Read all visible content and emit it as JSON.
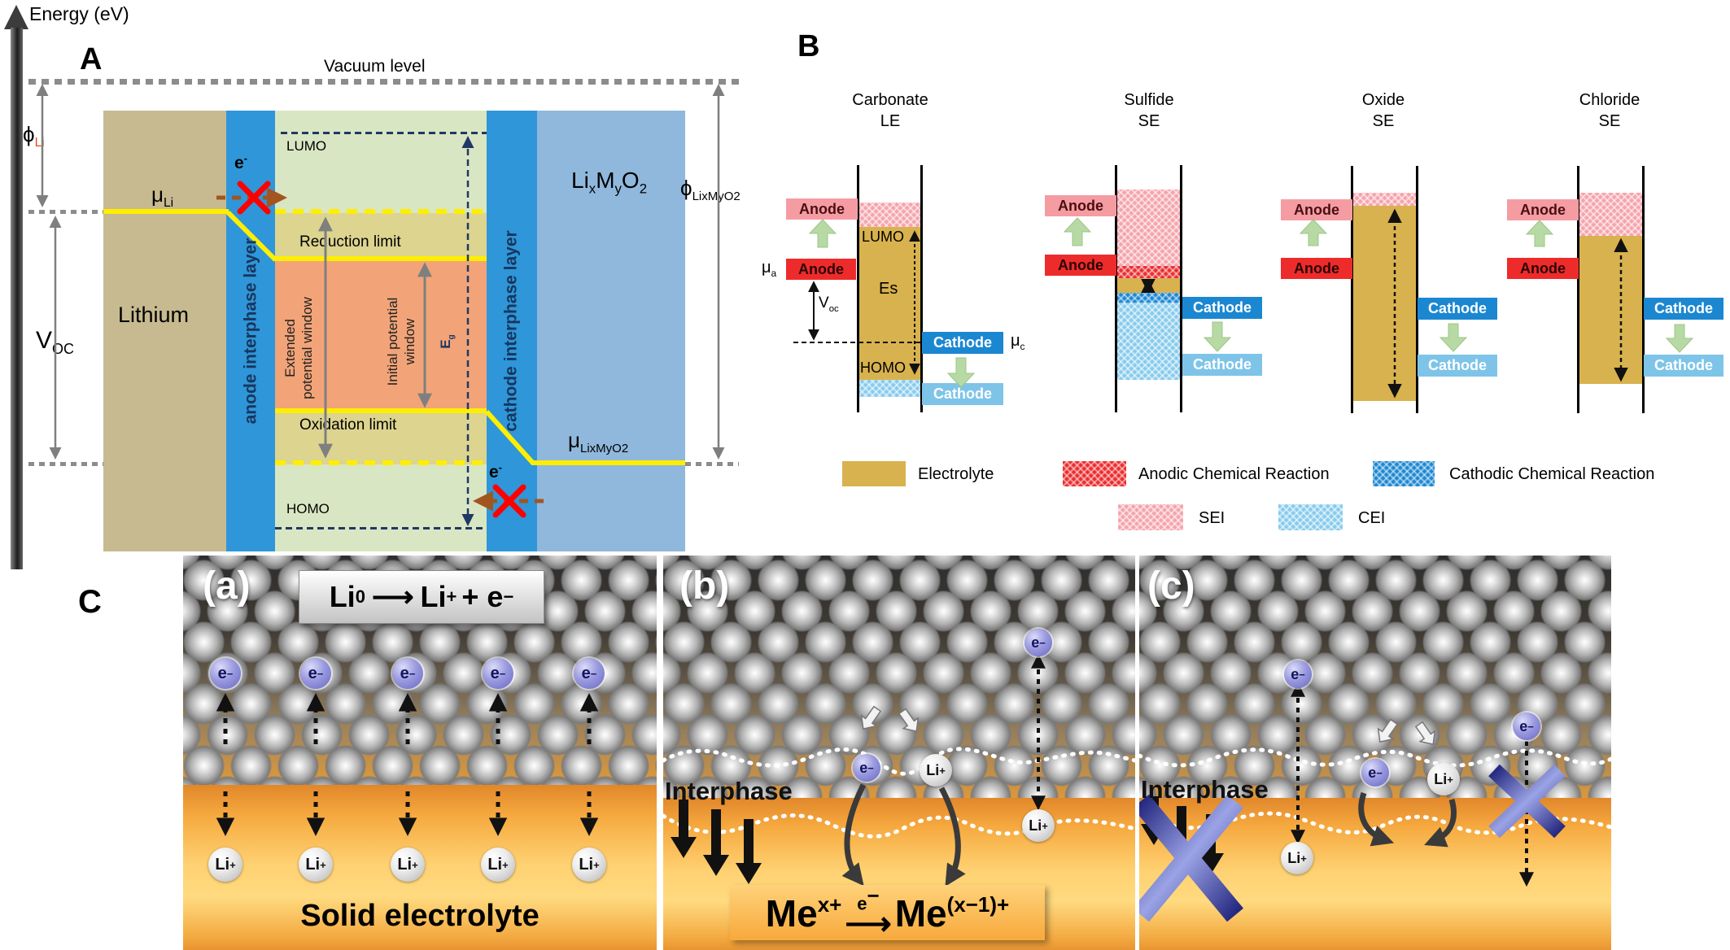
{
  "panelA": {
    "label": "A",
    "energy_axis": "Energy (eV)",
    "vacuum": "Vacuum level",
    "lithium": "Lithium",
    "anode_layer": "anode interphase layer",
    "cathode_layer": "cathode interphase layer",
    "lumo": "LUMO",
    "homo": "HOMO",
    "reduction": "Reduction limit",
    "oxidation": "Oxidation limit",
    "extended_l1": "Extended",
    "extended_l2": "potential window",
    "initial_l1": "Initial potential",
    "initial_l2": "window",
    "eg_base": "E",
    "eg_sub": "g",
    "phi": "ϕ",
    "phi_li_sub": "Li",
    "phi_cat_sub": "LixMyO2",
    "mu": "μ",
    "mu_li_sub": "Li",
    "mu_cat_sub": "LixMyO2",
    "voc_base": "V",
    "voc_sub": "OC",
    "e_base": "e",
    "e_sup": "-",
    "f_p1": "Li",
    "f_s1": "x",
    "f_p2": "M",
    "f_s2": "y",
    "f_p3": "O",
    "f_s3": "2",
    "colors": {
      "lithium": "#C7BA90",
      "interphase_blue": "#2E96D9",
      "electrolyte_green": "#D9E6C3",
      "khaki_band": "#DCD48F",
      "window_orange": "#F2A478",
      "cathode_blue": "#8FB8DC",
      "level_yellow": "#FFEE00",
      "navy": "#1F3864"
    }
  },
  "panelB": {
    "label": "B",
    "headers": [
      [
        "Carbonate",
        "LE"
      ],
      [
        "Sulfide",
        "SE"
      ],
      [
        "Oxide",
        "SE"
      ],
      [
        "Chloride",
        "SE"
      ]
    ],
    "anode": "Anode",
    "cathode": "Cathode",
    "lumo": "LUMO",
    "homo": "HOMO",
    "es": "Es",
    "mu": "μ",
    "mu_a_sub": "a",
    "mu_c_sub": "c",
    "voc_base": "V",
    "voc_sub": "oc",
    "legend": {
      "electrolyte": "Electrolyte",
      "anodic": "Anodic Chemical Reaction",
      "cathodic": "Cathodic Chemical Reaction",
      "sei": "SEI",
      "cei": "CEI"
    },
    "colors": {
      "electrolyte": "#D8B24E",
      "anodic": "#EB2D2F",
      "cathodic": "#1E88D2",
      "sei": "#F5A3AB",
      "cei": "#86CBEC",
      "anode_red": "#EE2B2B",
      "anode_pink": "#F59CA3",
      "cathode_blue": "#1B87D1",
      "cathode_lblue": "#7EC4E8"
    }
  },
  "panelC": {
    "label": "C",
    "a_tag": "(a)",
    "b_tag": "(b)",
    "c_tag": "(c)",
    "interphase": "Interphase",
    "solid_electrolyte": "Solid electrolyte",
    "electron_base": "e",
    "electron_sup": "−",
    "li_base": "Li",
    "li_sup": "+",
    "rxn_a": {
      "t1": "Li",
      "s1": "0",
      "arrow": "⟶",
      "t2": "Li",
      "s2": "+",
      "t3": "+ e",
      "s3": "−"
    },
    "rxn_b": {
      "lhs": "Me",
      "lhs_sup": "x+",
      "e_base": "e",
      "e_sup": "−",
      "arrow": "⟶",
      "rhs": "Me",
      "rhs_sup": "(x−1)+"
    }
  }
}
